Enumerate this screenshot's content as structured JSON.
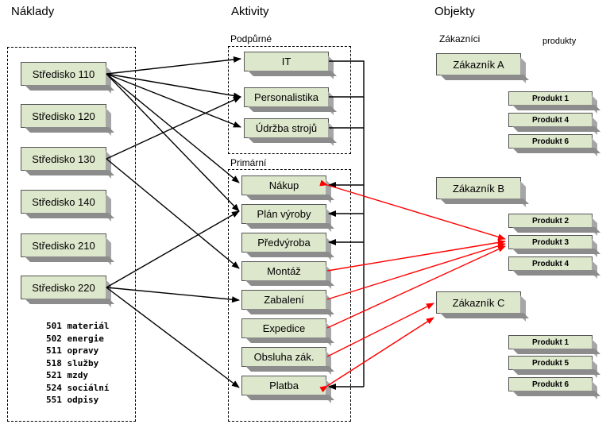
{
  "headings": {
    "costs": "Náklady",
    "activities": "Aktivity",
    "objects": "Objekty"
  },
  "sublabels": {
    "support": "Podpůrné",
    "primary": "Primární",
    "customers": "Zákazníci",
    "products": "produkty"
  },
  "cost_centers": [
    "Středisko 110",
    "Středisko 120",
    "Středisko 130",
    "Středisko 140",
    "Středisko 210",
    "Středisko 220"
  ],
  "support_activities": [
    "IT",
    "Personalistika",
    "Údržba strojů"
  ],
  "primary_activities": [
    "Nákup",
    "Plán výroby",
    "Předvýroba",
    "Montáž",
    "Zabalení",
    "Expedice",
    "Obsluha zák.",
    "Platba"
  ],
  "customers": [
    {
      "name": "Zákazník A",
      "products": [
        "Produkt 1",
        "Produkt 4",
        "Produkt 6"
      ]
    },
    {
      "name": "Zákazník B",
      "products": [
        "Produkt 2",
        "Produkt 3",
        "Produkt 4"
      ]
    },
    {
      "name": "Zákazník C",
      "products": [
        "Produkt 1",
        "Produkt 5",
        "Produkt 6"
      ]
    }
  ],
  "cost_accounts": [
    {
      "code": "501",
      "name": "materiál"
    },
    {
      "code": "502",
      "name": "energie"
    },
    {
      "code": "511",
      "name": "opravy"
    },
    {
      "code": "518",
      "name": "služby"
    },
    {
      "code": "521",
      "name": "mzdy"
    },
    {
      "code": "524",
      "name": "sociální"
    },
    {
      "code": "551",
      "name": "odpisy"
    }
  ],
  "colors": {
    "box_fill": "#dde7cc",
    "cost_arrow": "#000000",
    "object_arrow": "#ff0000"
  }
}
